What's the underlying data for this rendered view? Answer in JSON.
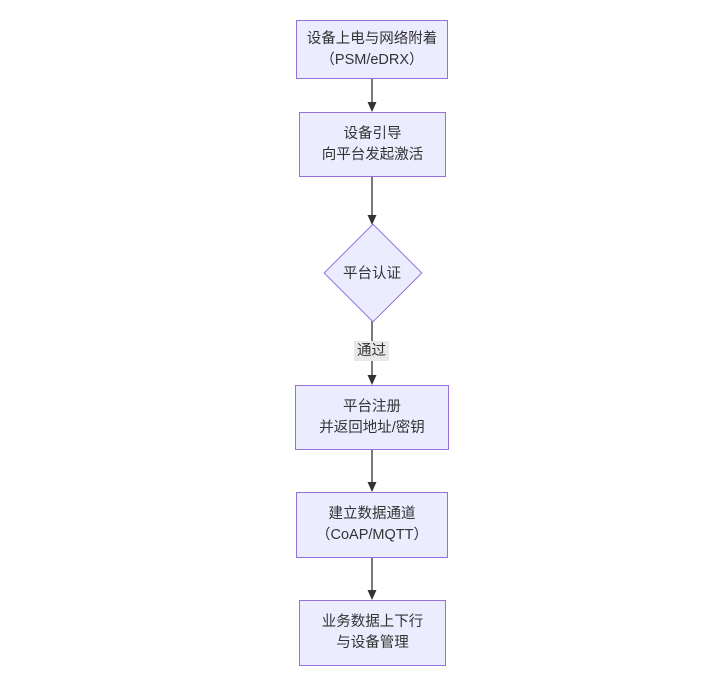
{
  "diagram": {
    "type": "flowchart",
    "direction": "top-down",
    "colors": {
      "background": "#ffffff",
      "node_fill": "#ECECFF",
      "node_border": "#9370DB",
      "text": "#333333",
      "arrow": "#333333",
      "edge_label_background": "#e8e8e8"
    },
    "nodes": [
      {
        "id": "power-attach",
        "shape": "rect",
        "lines": [
          "设备上电与网络附着",
          "（PSM/eDRX）"
        ]
      },
      {
        "id": "bootstrap",
        "shape": "rect",
        "lines": [
          "设备引导",
          "向平台发起激活"
        ]
      },
      {
        "id": "platform-auth",
        "shape": "diamond",
        "lines": [
          "平台认证"
        ]
      },
      {
        "id": "register",
        "shape": "rect",
        "lines": [
          "平台注册",
          "并返回地址/密钥"
        ]
      },
      {
        "id": "data-channel",
        "shape": "rect",
        "lines": [
          "建立数据通道",
          "（CoAP/MQTT）"
        ]
      },
      {
        "id": "business-data",
        "shape": "rect",
        "lines": [
          "业务数据上下行",
          "与设备管理"
        ]
      }
    ],
    "edges": [
      {
        "from": "power-attach",
        "to": "bootstrap",
        "label": ""
      },
      {
        "from": "bootstrap",
        "to": "platform-auth",
        "label": ""
      },
      {
        "from": "platform-auth",
        "to": "register",
        "label": "通过"
      },
      {
        "from": "register",
        "to": "data-channel",
        "label": ""
      },
      {
        "from": "data-channel",
        "to": "business-data",
        "label": ""
      }
    ]
  }
}
